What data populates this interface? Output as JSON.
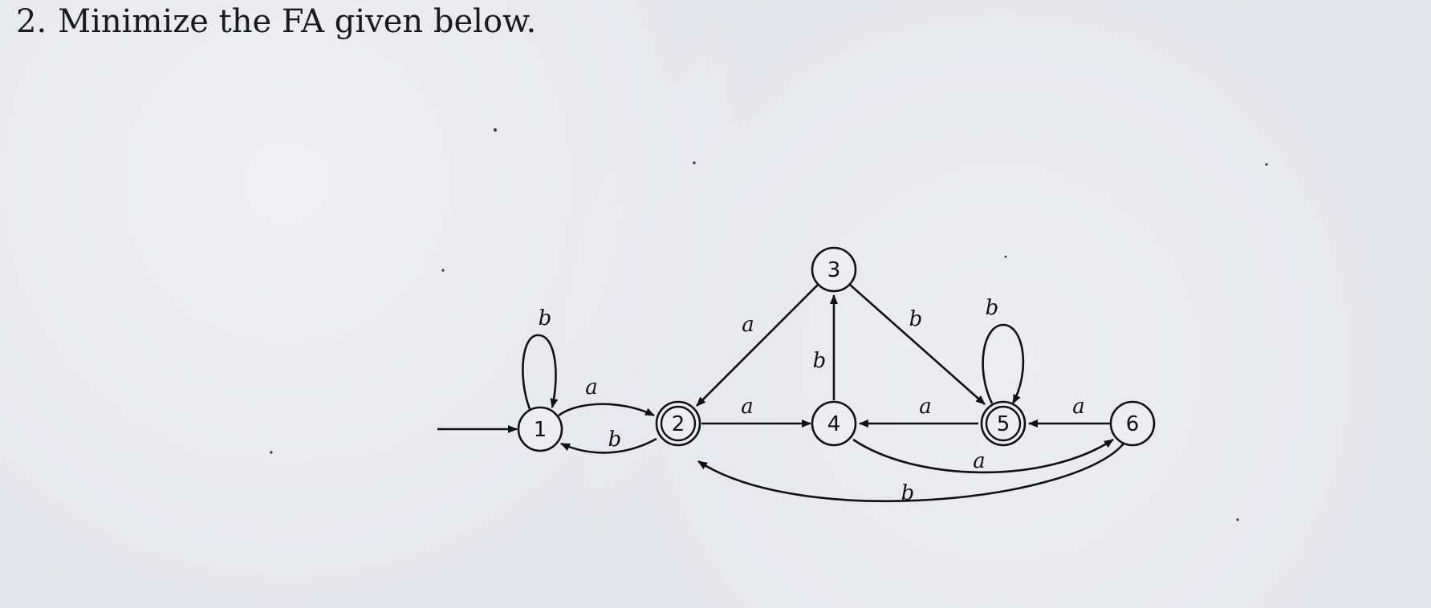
{
  "question": {
    "number": "2.",
    "text": "Minimize the FA given below."
  },
  "automaton": {
    "start_state": "1",
    "states": [
      {
        "id": "1",
        "label": "1",
        "accepting": false
      },
      {
        "id": "2",
        "label": "2",
        "accepting": true
      },
      {
        "id": "3",
        "label": "3",
        "accepting": false
      },
      {
        "id": "4",
        "label": "4",
        "accepting": false
      },
      {
        "id": "5",
        "label": "5",
        "accepting": true
      },
      {
        "id": "6",
        "label": "6",
        "accepting": false
      }
    ],
    "transitions": [
      {
        "from": "1",
        "to": "1",
        "symbol": "b"
      },
      {
        "from": "1",
        "to": "2",
        "symbol": "a"
      },
      {
        "from": "2",
        "to": "1",
        "symbol": "b"
      },
      {
        "from": "2",
        "to": "4",
        "symbol": "a"
      },
      {
        "from": "3",
        "to": "2",
        "symbol": "a"
      },
      {
        "from": "3",
        "to": "5",
        "symbol": "b"
      },
      {
        "from": "4",
        "to": "3",
        "symbol": "b"
      },
      {
        "from": "4",
        "to": "6",
        "symbol": "a"
      },
      {
        "from": "5",
        "to": "4",
        "symbol": "a"
      },
      {
        "from": "5",
        "to": "5",
        "symbol": "b"
      },
      {
        "from": "6",
        "to": "5",
        "symbol": "a"
      },
      {
        "from": "6",
        "to": "2",
        "symbol": "b"
      }
    ]
  }
}
